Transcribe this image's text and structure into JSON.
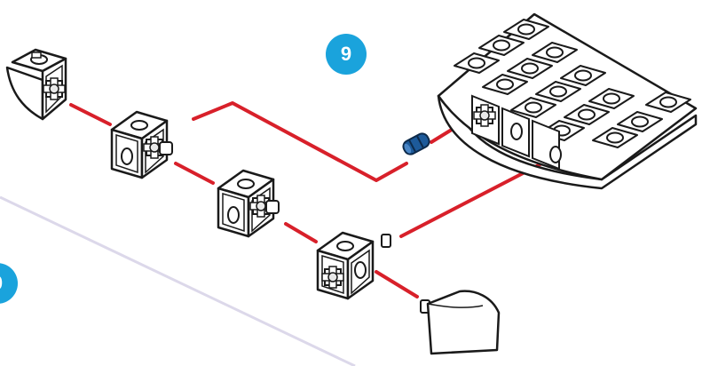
{
  "steps": {
    "current": "9",
    "next_partial": "0"
  },
  "colors": {
    "badge": "#1aa3dc",
    "connector_line": "#d8202a",
    "divider": "#dcd8ea",
    "outline": "#1a1a1a",
    "fill": "#ffffff",
    "axle_pin": "#1d5a9a"
  },
  "parts": [
    {
      "name": "wedge-cube",
      "icon": "wedge-cube-icon"
    },
    {
      "name": "connector-cube",
      "icon": "connector-cube-icon"
    },
    {
      "name": "connector-cube",
      "icon": "connector-cube-icon"
    },
    {
      "name": "connector-cube-with-pins",
      "icon": "cube-with-pins-icon"
    },
    {
      "name": "quarter-round-block",
      "icon": "quarter-round-icon"
    },
    {
      "name": "axle-pin",
      "icon": "axle-pin-icon"
    },
    {
      "name": "base-plate-assembly",
      "icon": "base-plate-icon"
    }
  ]
}
